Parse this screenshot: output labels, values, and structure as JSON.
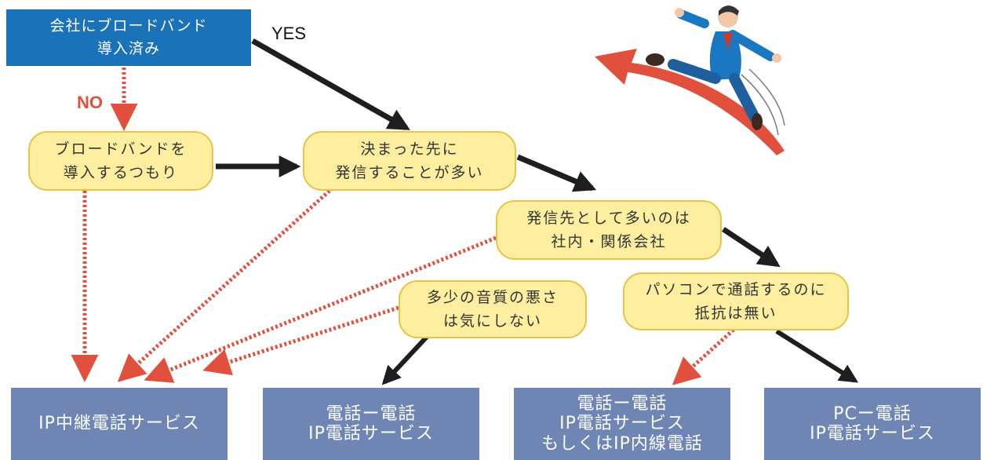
{
  "start": {
    "line1": "会社にブロードバンド",
    "line2": "導入済み"
  },
  "labels": {
    "yes": "YES",
    "no": "NO"
  },
  "questions": {
    "q1": {
      "line1": "ブロードバンドを",
      "line2": "導入するつもり"
    },
    "q2": {
      "line1": "決まった先に",
      "line2": "発信することが多い"
    },
    "q3": {
      "line1": "発信先として多いのは",
      "line2": "社内・関係会社"
    },
    "q4": {
      "line1": "多少の音質の悪さ",
      "line2": "は気にしない"
    },
    "q5": {
      "line1": "パソコンで通話するのに",
      "line2": "抵抗は無い"
    }
  },
  "results": {
    "r1": {
      "line1": "IP中継電話サービス"
    },
    "r2": {
      "line1": "電話ー電話",
      "line2": "IP電話サービス"
    },
    "r3": {
      "line1": "電話ー電話",
      "line2": "IP電話サービス",
      "line3": "もしくはIP内線電話"
    },
    "r4": {
      "line1": "PCー電話",
      "line2": "IP電話サービス"
    }
  },
  "colors": {
    "yes_arrow": "#1e1e1e",
    "no_arrow": "#e0503c",
    "start_fill": "#1a72b8",
    "question_fill": "#fdef9f",
    "result_fill": "#6f86b5"
  },
  "illustration": {
    "icon": "running-businessman-on-arrow-icon"
  }
}
